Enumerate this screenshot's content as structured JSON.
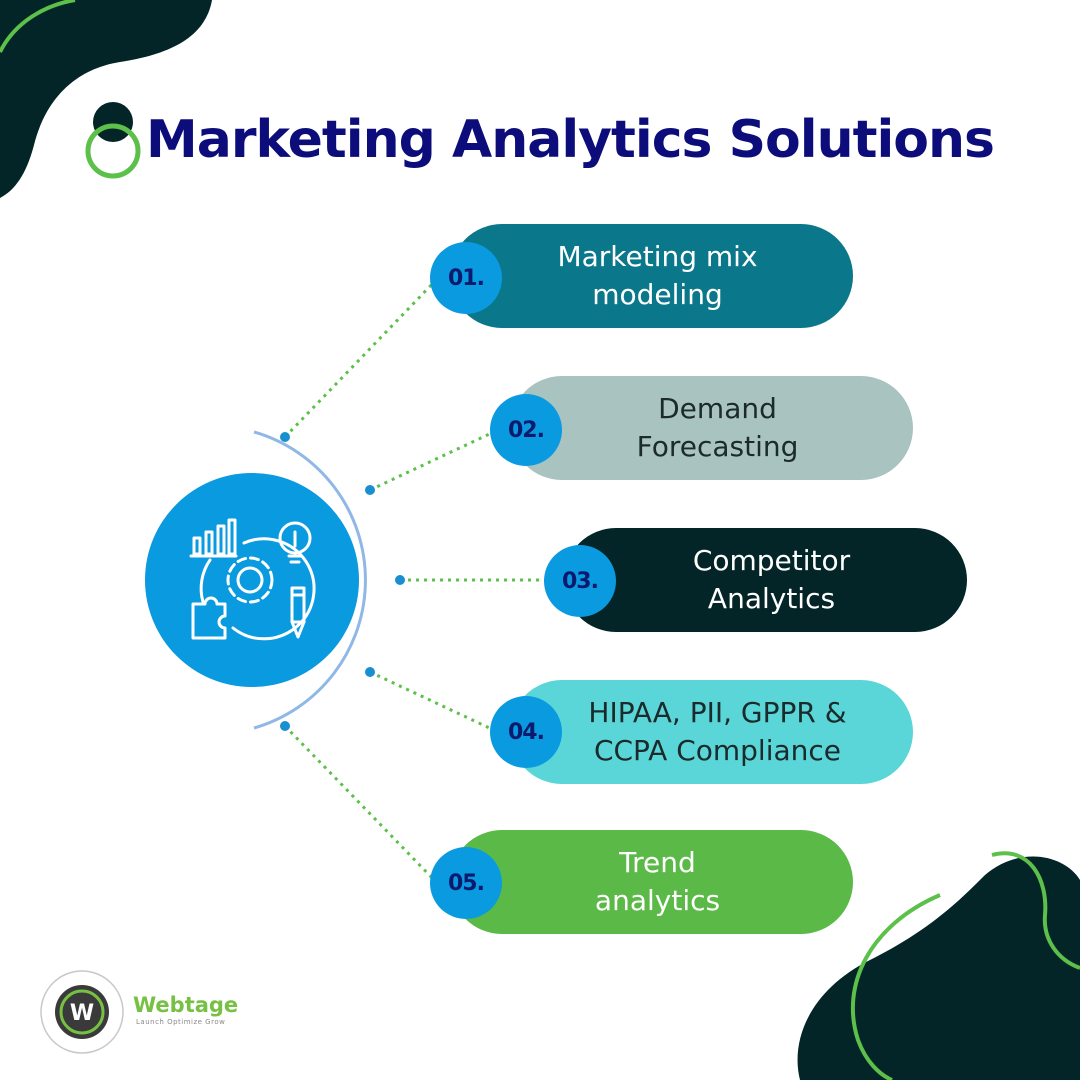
{
  "title": "Marketing Analytics Solutions",
  "steps": [
    {
      "number": "01.",
      "label": "Marketing mix\nmodeling"
    },
    {
      "number": "02.",
      "label": "Demand\nForecasting"
    },
    {
      "number": "03.",
      "label": "Competitor\nAnalytics"
    },
    {
      "number": "04.",
      "label": "HIPAA, PII, GPPR &\nCCPA Compliance"
    },
    {
      "number": "05.",
      "label": "Trend\nanalytics"
    }
  ],
  "brand": {
    "name": "Webtage",
    "tagline": "Launch Optimize Grow",
    "logo_letter": "W"
  },
  "icons": {
    "center": "analytics-strategy-icon",
    "logo": "webtage-logo-icon"
  },
  "colors": {
    "title": "#0c0d7a",
    "badge": "#0a9ae0",
    "badge_text": "#0c1a6e",
    "center_circle": "#0a9ae0",
    "connector": "#5cc04a",
    "arc": "#8fb8e6",
    "blob": "#032527",
    "blob_outline": "#5cc04a",
    "step_colors": [
      "#0b778a",
      "#a9c3c1",
      "#032527",
      "#5ad6d9",
      "#5bba47"
    ],
    "step_text_colors": [
      "#ffffff",
      "#1b2a2a",
      "#ffffff",
      "#1b2a2a",
      "#ffffff"
    ]
  }
}
